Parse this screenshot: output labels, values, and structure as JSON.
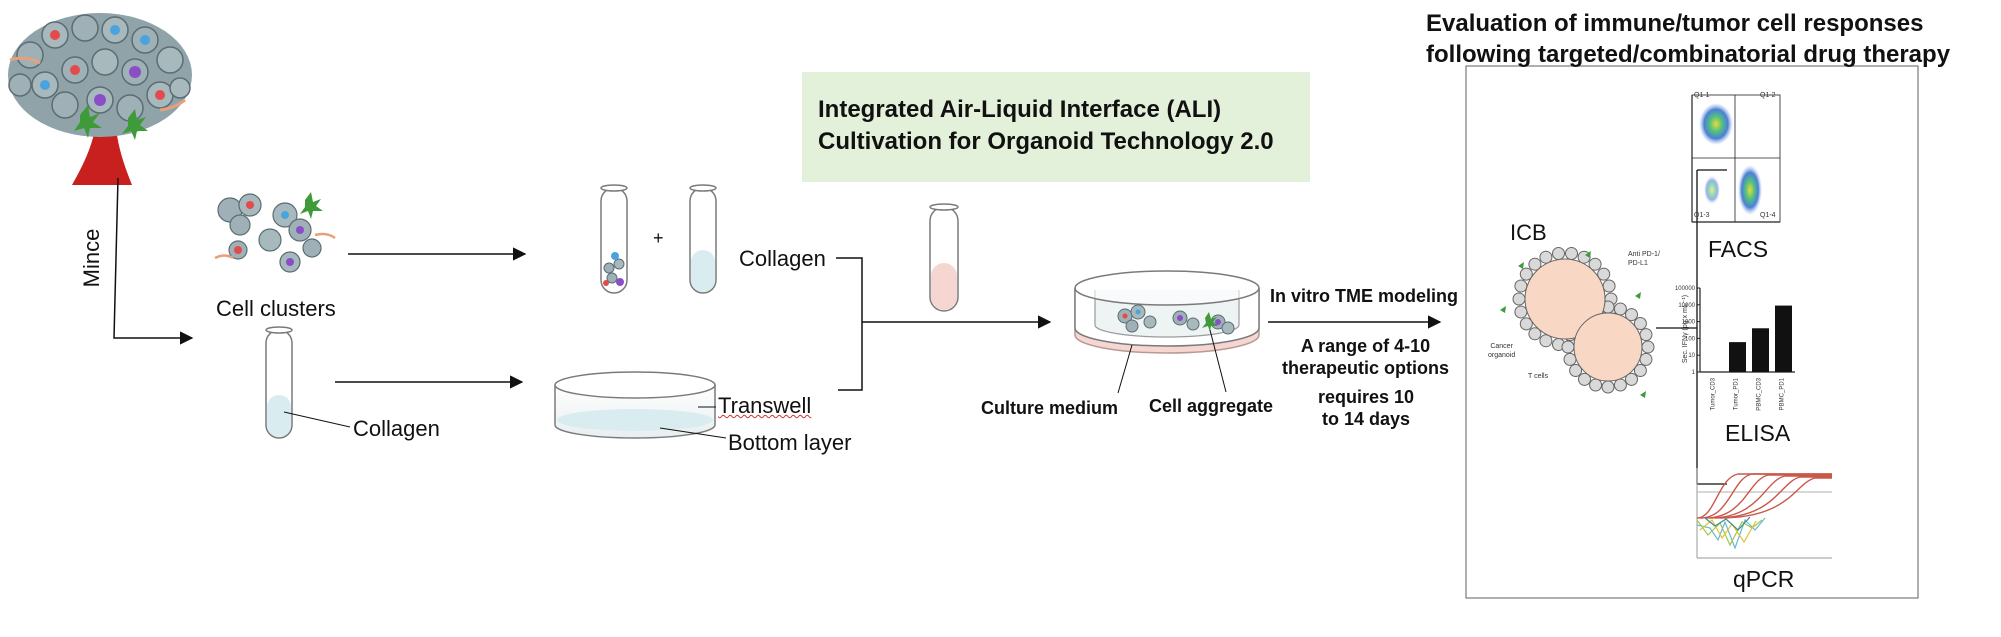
{
  "banner": {
    "line1": "Integrated Air-Liquid Interface (ALI)",
    "line2": "Cultivation for Organoid Technology 2.0"
  },
  "evaluation": {
    "line1": "Evaluation of immune/tumor cell responses",
    "line2": "following targeted/combinatorial drug therapy"
  },
  "labels": {
    "mince": "Mince",
    "cell_clusters": "Cell clusters",
    "collagen_tube": "Collagen",
    "plus": "+",
    "collagen_top": "Collagen",
    "transwell": "Transwell",
    "bottom_layer": "Bottom layer",
    "culture_medium": "Culture medium",
    "cell_aggregate": "Cell aggregate",
    "tme_modeling": "In vitro TME modeling",
    "options_line1": "A range of 4-10",
    "options_line2": "therapeutic options",
    "days_line1": "requires 10",
    "days_line2": "to 14 days"
  },
  "assays": {
    "icb": "ICB",
    "facs": "FACS",
    "elisa": "ELISA",
    "qpcr": "qPCR",
    "icb_antibody": "Anti PD-1/",
    "icb_antibody2": "PD-L1",
    "icb_cancer": "Cancer",
    "icb_cancer2": "organoid",
    "icb_tcells": "T cells"
  },
  "facs_quadrants": [
    "Q1-1",
    "Q1-2",
    "Q1-3",
    "Q1-4"
  ],
  "chart_data": {
    "type": "bar",
    "title": "",
    "ylabel": "Sec. IFNγ (pg x mL⁻¹)",
    "yscale": "log",
    "ylim": [
      1,
      100000
    ],
    "yticks": [
      "100000",
      "10000",
      "1000",
      "100",
      "10",
      "1"
    ],
    "categories": [
      "Tumor_CD3",
      "Tumor_PD1",
      "PBMC_CD3",
      "PBMC_PD1"
    ],
    "values": [
      0,
      60,
      400,
      9000
    ]
  },
  "colors": {
    "banner_bg": "#e3f0da",
    "tumor_red": "#c8201e",
    "cell_grey": "#8fa3a8",
    "collagen_blue": "#d9ecef",
    "medium_pink": "#f6d6d0",
    "organoid_fill": "#f8d7c4",
    "arrow": "#111111"
  }
}
